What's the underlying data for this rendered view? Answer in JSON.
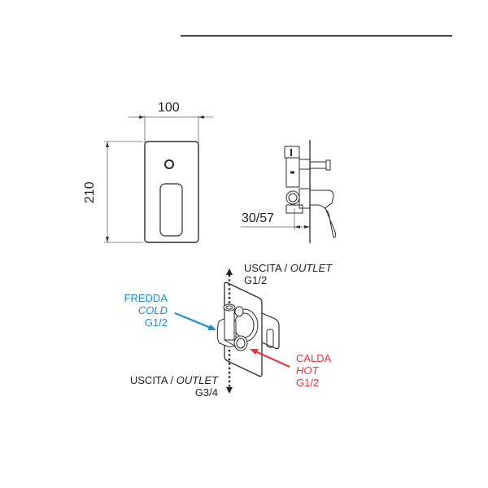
{
  "header": {
    "rule": true
  },
  "front_view": {
    "width_label": "100",
    "height_label": "210"
  },
  "side_view": {
    "depth_label": "30/57"
  },
  "iso_view": {
    "outlet_top": {
      "line1_a": "USCITA / ",
      "line1_b": "OUTLET",
      "line2": "G1/2"
    },
    "cold": {
      "line1": "FREDDA",
      "line2": "COLD",
      "line3": "G1/2",
      "color": "#1a8fd0"
    },
    "hot": {
      "line1": "CALDA",
      "line2": "HOT",
      "line3": "G1/2",
      "color": "#e8363d"
    },
    "outlet_bottom": {
      "line1_a": "USCITA / ",
      "line1_b": "OUTLET",
      "line2": "G3/4"
    }
  },
  "colors": {
    "line": "#2b2b2b",
    "dim_line": "#555555",
    "cold": "#1a8fd0",
    "hot": "#e8363d"
  }
}
